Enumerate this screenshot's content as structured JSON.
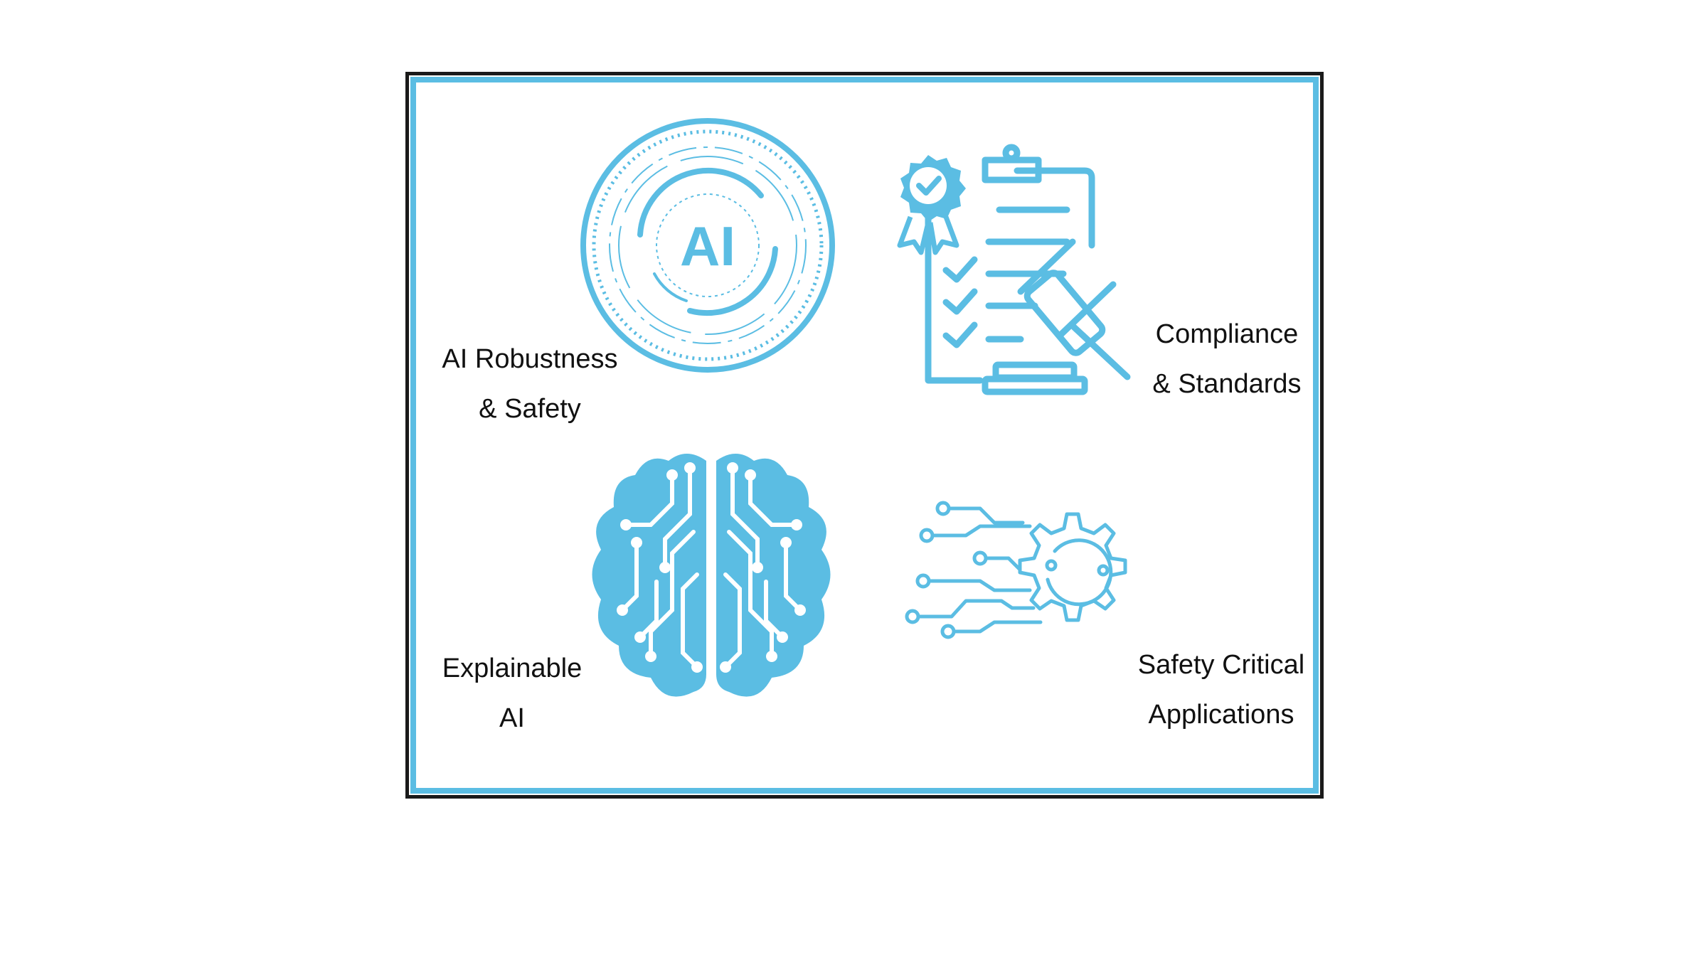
{
  "colors": {
    "accent": "#5bbde3",
    "frame": "#1a1a1a",
    "text": "#111111"
  },
  "center_badge": {
    "text": "AI",
    "icon": "ai-badge-icon"
  },
  "items": [
    {
      "icon": "ai-badge-icon",
      "line1": "AI Robustness",
      "line2": "& Safety"
    },
    {
      "icon": "compliance-clipboard-icon",
      "line1": "Compliance",
      "line2": "& Standards"
    },
    {
      "icon": "circuit-brain-icon",
      "line1": "Explainable",
      "line2": "AI"
    },
    {
      "icon": "circuit-gear-icon",
      "line1": "Safety Critical",
      "line2": "Applications"
    }
  ]
}
